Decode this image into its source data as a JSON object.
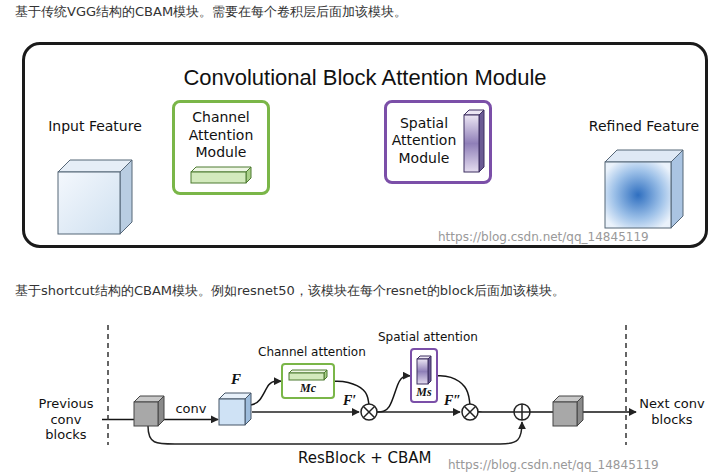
{
  "diagram": {
    "nodes": [
      {
        "text": [
          "Convolutional Block Attention Module"
        ]
      },
      {
        "text": [
          "Input Feature"
        ],
        "in": 0
      },
      {
        "text": [
          "Channel Attention Module"
        ],
        "in": 0
      },
      {
        "text": [
          "Spatial Attention Module"
        ],
        "in": 0
      },
      {
        "text": [
          "Refined Feature"
        ],
        "in": 0
      },
      {
        "text": [
          "Previous conv blocks"
        ]
      },
      {
        "text": [
          "F"
        ]
      },
      {
        "text": [
          "Channel attention",
          "Mc"
        ]
      },
      {
        "text": [
          "Spatial attention",
          "Ms"
        ]
      },
      {
        "text": [
          "Next conv blocks"
        ]
      }
    ],
    "edges": [
      {
        "from": 1,
        "to": 2,
        "arrow": "to"
      },
      {
        "from": 2,
        "to": 3,
        "arrow": "to"
      },
      {
        "from": 3,
        "to": 4,
        "arrow": "to"
      },
      {
        "from": 5,
        "to": 6,
        "label": "conv",
        "arrow": "to"
      },
      {
        "from": 6,
        "to": 7,
        "arrow": "to"
      },
      {
        "from": 7,
        "to": 8,
        "arrow": "to"
      },
      {
        "from": 8,
        "to": 9,
        "arrow": "to"
      }
    ],
    "labels": [
      "基于传统VGG结构的CBAM模块。需要在每个卷积层后面加该模块。",
      "https://blog.csdn.net/qq_14845119",
      "基于shortcut结构的CBAM模块。例如resnet50，该模块在每个resnet的block后面加该模块。",
      "F′",
      "F″",
      "ResBlock + CBAM",
      "https://blog.csdn.net/qq_14845119"
    ]
  }
}
